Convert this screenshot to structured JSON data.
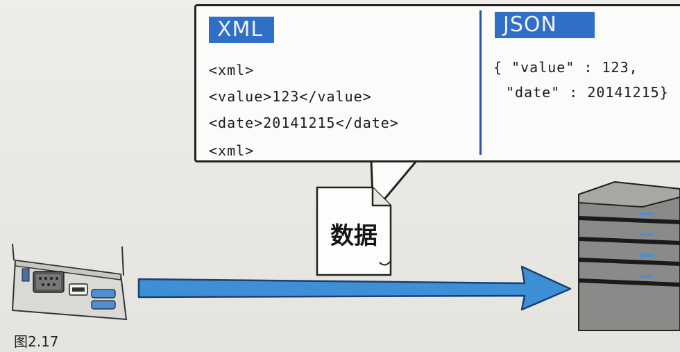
{
  "bubble": {
    "xml_label": "XML",
    "json_label": "JSON",
    "xml_lines": [
      "<xml>",
      "<value>123</value>",
      "<date>20141215</date>",
      "<xml>"
    ],
    "json_lines": [
      "{ \"value\" : 123,",
      "\"date\" : 20141215}"
    ]
  },
  "document": {
    "label": "数据"
  },
  "caption": {
    "text": "图2.17"
  },
  "colors": {
    "tag_blue": "#2f6fc7",
    "divider_blue": "#2a4fae",
    "arrow_blue": "#3d8fd6"
  }
}
